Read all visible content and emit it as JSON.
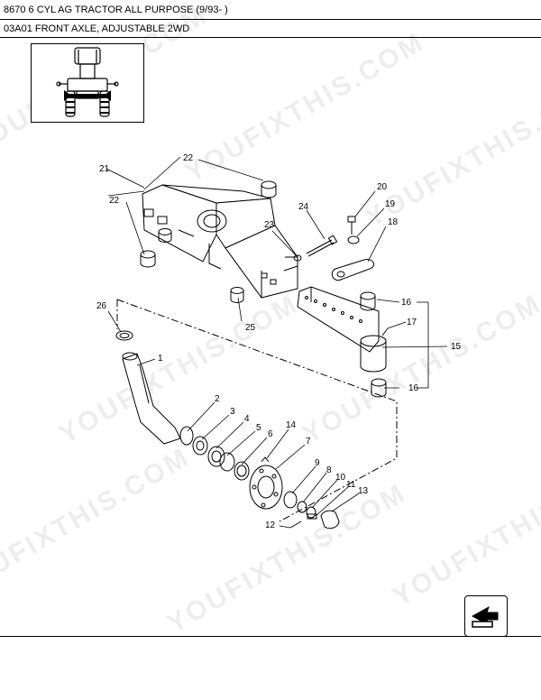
{
  "header": {
    "model_line": "8670 6 CYL AG TRACTOR ALL PURPOSE (9/93- )",
    "section_line": "03A01 FRONT AXLE, ADJUSTABLE 2WD"
  },
  "watermark": {
    "text": "YOUFIXTHIS.COM",
    "color": "#e6e6e6"
  },
  "callouts": {
    "c1": "1",
    "c2": "2",
    "c3": "3",
    "c4": "4",
    "c5": "5",
    "c6": "6",
    "c7": "7",
    "c8": "8",
    "c9": "9",
    "c10": "10",
    "c11": "11",
    "c12": "12",
    "c13": "13",
    "c14": "14",
    "c15": "15",
    "c16a": "16",
    "c16b": "16",
    "c17": "17",
    "c18": "18",
    "c19": "19",
    "c20": "20",
    "c21": "21",
    "c22a": "22",
    "c22b": "22",
    "c23": "23",
    "c24": "24",
    "c25": "25",
    "c26": "26"
  },
  "icons": {
    "thumbnail": "tractor-front-icon",
    "navigation": "next-page-arrow-icon"
  }
}
